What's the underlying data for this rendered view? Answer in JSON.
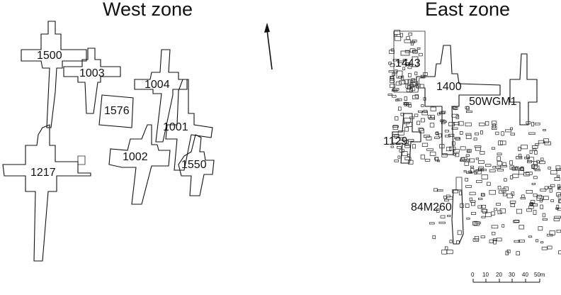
{
  "zones": {
    "west": "West zone",
    "east": "East zone"
  },
  "labels": {
    "t1500": "1500",
    "t1003": "1003",
    "t1004": "1004",
    "t1576": "1576",
    "t1001": "1001",
    "t1002": "1002",
    "t1217": "1217",
    "t1550": "1550",
    "t1443": "1443",
    "t1400": "1400",
    "t50wgm1": "50WGM1",
    "t1129": "1129",
    "t84m260": "84M260"
  },
  "north_arrow": {
    "icon": "north-arrow-icon"
  },
  "scale_bar": {
    "ticks": [
      "0",
      "10",
      "20",
      "30",
      "40",
      "50m"
    ]
  }
}
